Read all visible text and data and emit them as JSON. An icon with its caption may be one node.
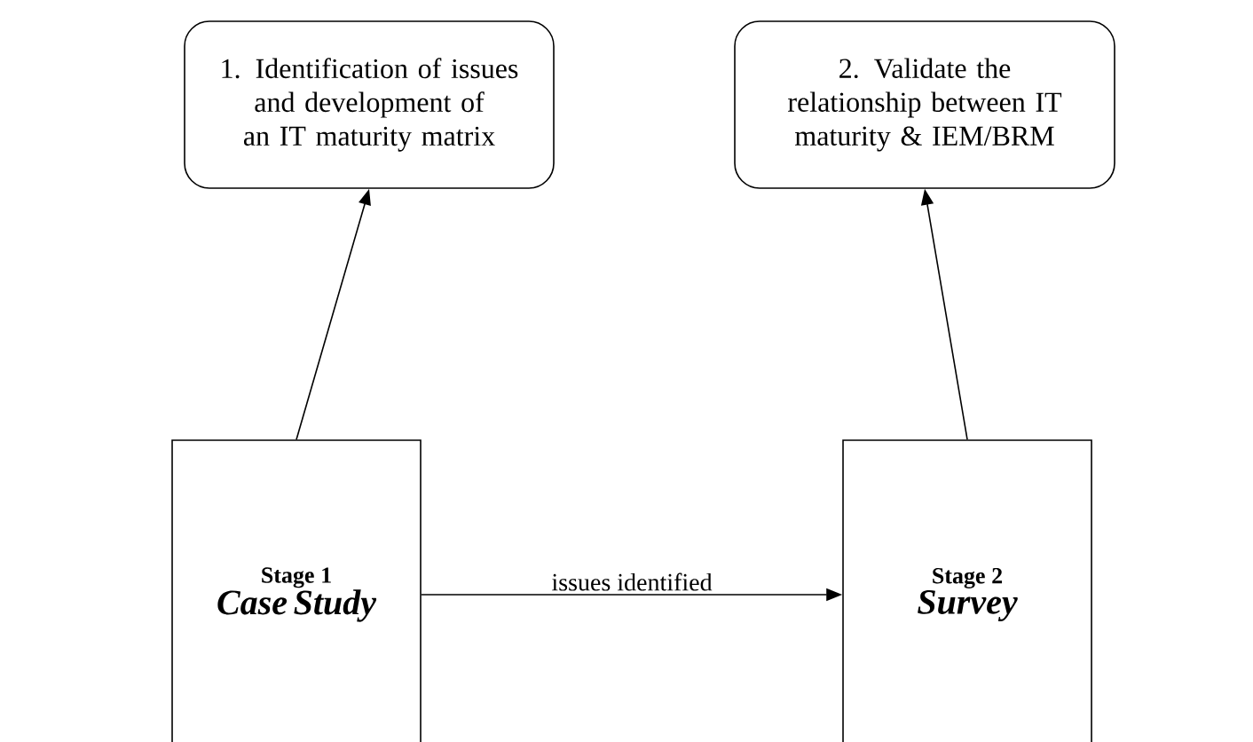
{
  "diagram": {
    "nodes": [
      {
        "text": [
          "1. Identification of issues and development of an IT maturity matrix"
        ]
      },
      {
        "text": [
          "2. Validate the relationship between IT maturity & IEM/BRM"
        ]
      },
      {
        "text": [
          "Stage 1",
          "Case Study"
        ]
      },
      {
        "text": [
          "Stage 2",
          "Survey"
        ]
      }
    ],
    "edges": [
      {
        "from": 2,
        "to": 0,
        "arrow": "to"
      },
      {
        "from": 3,
        "to": 1,
        "arrow": "to"
      },
      {
        "from": 2,
        "to": 3,
        "arrow": "to",
        "label": "issues identified"
      }
    ]
  }
}
